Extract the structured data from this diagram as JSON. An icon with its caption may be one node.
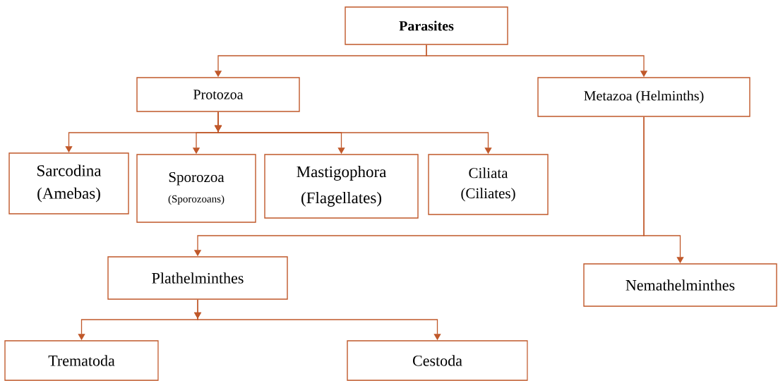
{
  "diagram": {
    "nodes": [
      {
        "text": [
          "Parasites"
        ]
      },
      {
        "text": [
          "Protozoa"
        ]
      },
      {
        "text": [
          "Metazoa (Helminths)"
        ]
      },
      {
        "text": [
          "Sarcodina",
          "(Amebas)"
        ]
      },
      {
        "text": [
          "Sporozoa",
          "(Sporozoans)"
        ]
      },
      {
        "text": [
          "Mastigophora",
          "(Flagellates)"
        ]
      },
      {
        "text": [
          "Ciliata",
          "(Ciliates)"
        ]
      },
      {
        "text": [
          "Plathelminthes"
        ]
      },
      {
        "text": [
          "Nemathelminthes"
        ]
      },
      {
        "text": [
          "Trematoda"
        ]
      },
      {
        "text": [
          "Cestoda"
        ]
      }
    ],
    "edges": [
      {
        "from": 0,
        "to": 1,
        "arrow": "to"
      },
      {
        "from": 0,
        "to": 2,
        "arrow": "to"
      },
      {
        "from": 1,
        "to": 3,
        "arrow": "to"
      },
      {
        "from": 1,
        "to": 4,
        "arrow": "to"
      },
      {
        "from": 1,
        "to": 5,
        "arrow": "to"
      },
      {
        "from": 1,
        "to": 6,
        "arrow": "to"
      },
      {
        "from": 2,
        "to": 7,
        "arrow": "to"
      },
      {
        "from": 2,
        "to": 8,
        "arrow": "to"
      },
      {
        "from": 7,
        "to": 9,
        "arrow": "to"
      },
      {
        "from": 7,
        "to": 10,
        "arrow": "to"
      }
    ]
  }
}
